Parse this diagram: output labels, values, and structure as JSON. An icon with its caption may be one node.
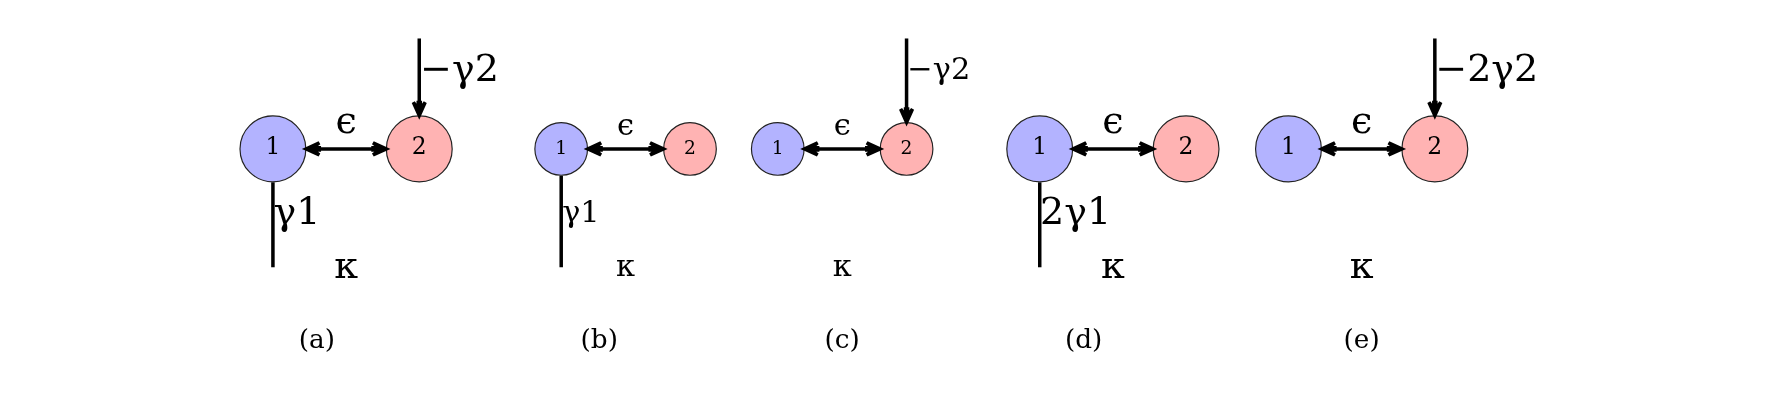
{
  "diagram": {
    "nodes": [
      {
        "text": [
          "1"
        ]
      },
      {
        "text": [
          "2"
        ]
      },
      {
        "text": [
          "1"
        ]
      },
      {
        "text": [
          "2"
        ]
      },
      {
        "text": [
          "1"
        ]
      },
      {
        "text": [
          "2"
        ]
      },
      {
        "text": [
          "1"
        ]
      },
      {
        "text": [
          "2"
        ]
      },
      {
        "text": [
          "1"
        ]
      },
      {
        "text": [
          "2"
        ]
      }
    ],
    "edges": [
      {
        "from": null,
        "to": 1,
        "arrow": "to",
        "label": "−γ2"
      },
      {
        "from": 0,
        "to": 1,
        "arrow": "both",
        "label": "ϵ"
      },
      {
        "from": 0,
        "to": null,
        "arrow": "none",
        "label": "γ1"
      },
      {
        "from": 2,
        "to": 3,
        "arrow": "both",
        "label": "ϵ"
      },
      {
        "from": 2,
        "to": null,
        "arrow": "none",
        "label": "γ1"
      },
      {
        "from": null,
        "to": 5,
        "arrow": "to",
        "label": "−γ2"
      },
      {
        "from": 4,
        "to": 5,
        "arrow": "both",
        "label": "ϵ"
      },
      {
        "from": 6,
        "to": 7,
        "arrow": "both",
        "label": "ϵ"
      },
      {
        "from": 6,
        "to": null,
        "arrow": "none",
        "label": "2γ1"
      },
      {
        "from": null,
        "to": 9,
        "arrow": "to",
        "label": "−2γ2"
      },
      {
        "from": 8,
        "to": 9,
        "arrow": "both",
        "label": "ϵ"
      }
    ],
    "labels": [
      "κ",
      "(a)",
      "κ",
      "(b)",
      "κ",
      "(c)",
      "κ",
      "(d)",
      "κ",
      "(e)"
    ]
  }
}
